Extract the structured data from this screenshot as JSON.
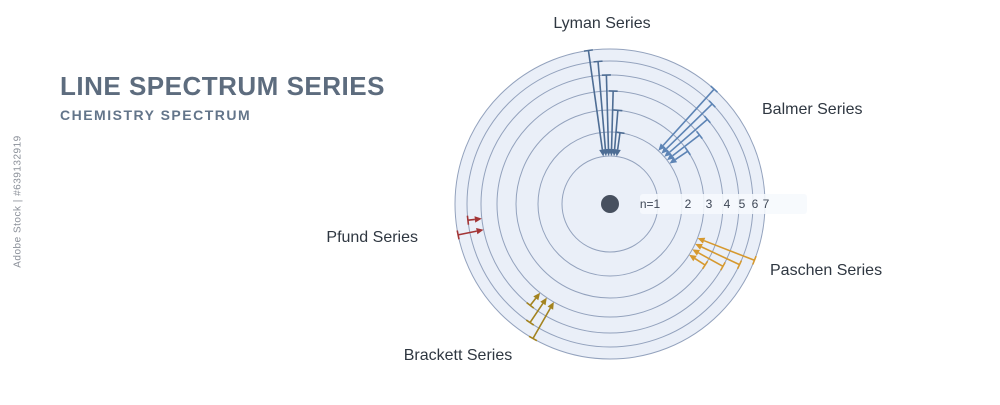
{
  "watermark": {
    "text": "Adobe Stock | #639132919"
  },
  "header": {
    "title": "LINE SPECTRUM SERIES",
    "subtitle": "CHEMISTRY SPECTRUM"
  },
  "diagram": {
    "disk_fill": "#eaeff8",
    "ring_color": "#93a2bd",
    "nucleus_color": "#47505f",
    "level_label_color": "#3e4756",
    "level_strip_fill": "#f6f9fd",
    "levels": [
      "n=1",
      "2",
      "3",
      "4",
      "5",
      "6",
      "7"
    ],
    "radii": [
      48,
      72,
      94,
      113,
      129,
      143,
      155
    ],
    "series": [
      {
        "id": "lyman",
        "label": "Lyman Series",
        "color": "#4e6d94",
        "to": 1,
        "from": [
          7,
          6,
          5,
          4,
          3,
          2
        ],
        "base_angle": 90,
        "step": 3.2
      },
      {
        "id": "balmer",
        "label": "Balmer Series",
        "color": "#5d84b5",
        "to": 2,
        "from": [
          7,
          6,
          5,
          4,
          3
        ],
        "base_angle": 41,
        "step": 3.4
      },
      {
        "id": "paschen",
        "label": "Paschen Series",
        "color": "#d6992f",
        "to": 3,
        "from": [
          7,
          6,
          5,
          4
        ],
        "base_angle": -27,
        "step": 3.8
      },
      {
        "id": "brackett",
        "label": "Brackett Series",
        "color": "#a3831f",
        "to": 4,
        "from": [
          7,
          6,
          5
        ],
        "base_angle": 236,
        "step": 4.2
      },
      {
        "id": "pfund",
        "label": "Pfund Series",
        "color": "#a33536",
        "to": 5,
        "from": [
          7,
          6
        ],
        "base_angle": 189,
        "step": 5
      }
    ]
  }
}
